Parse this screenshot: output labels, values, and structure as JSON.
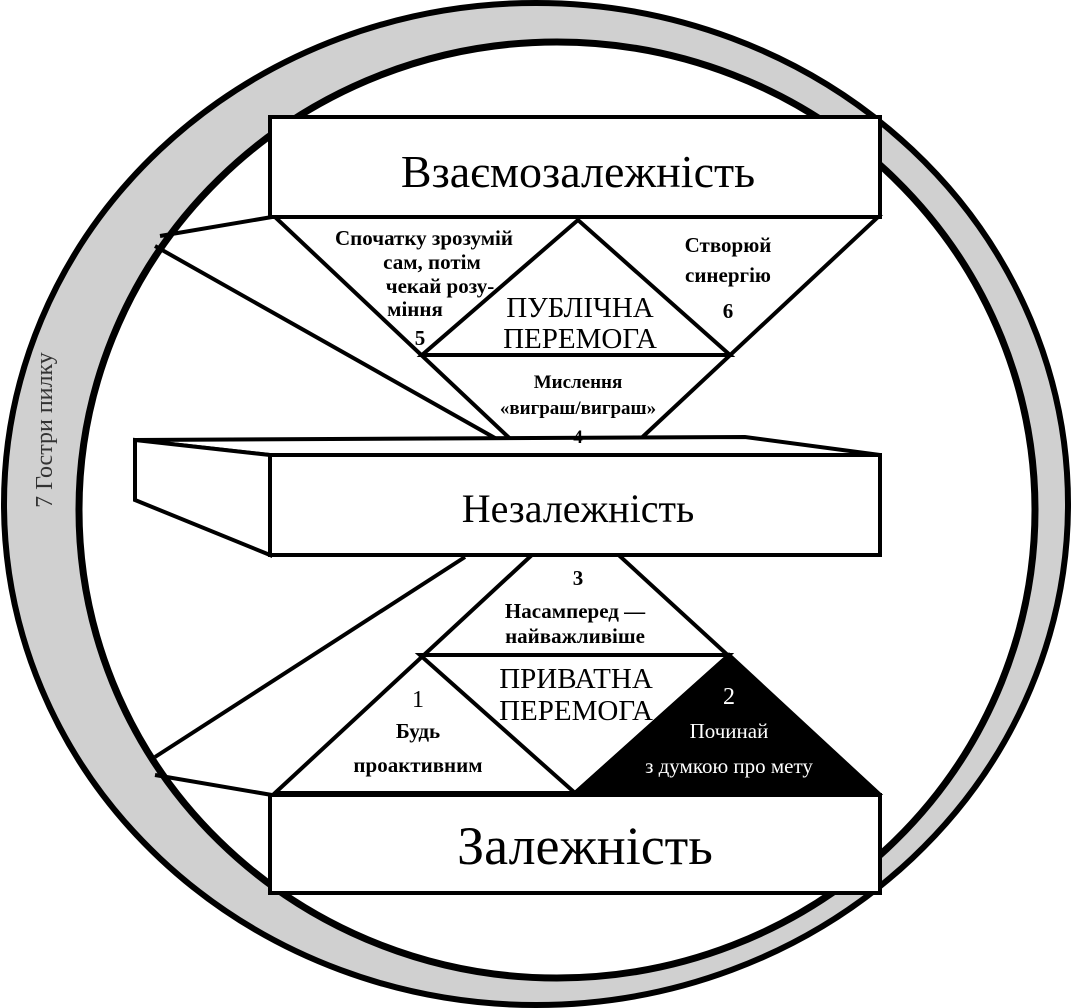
{
  "levels": {
    "interdependence": "Взаємозалежність",
    "independence": "Незалежність",
    "dependence": "Залежність"
  },
  "victories": {
    "public": [
      "ПУБЛІЧНА",
      "ПЕРЕМОГА"
    ],
    "private": [
      "ПРИВАТНА",
      "ПЕРЕМОГА"
    ]
  },
  "habits": {
    "h1": {
      "number": "1",
      "lines": [
        "Будь",
        "проактивним"
      ]
    },
    "h2": {
      "number": "2",
      "lines": [
        "Починай",
        "з думкою про мету"
      ]
    },
    "h3": {
      "number": "3",
      "lines": [
        "Насамперед —",
        "найважливіше"
      ]
    },
    "h4": {
      "number": "4",
      "lines": [
        "Мислення",
        "«виграш/виграш»"
      ]
    },
    "h5": {
      "number": "5",
      "lines": [
        "Спочатку зрозумій",
        "сам, потім",
        "чекай розу-",
        "міння"
      ]
    },
    "h6": {
      "number": "6",
      "lines": [
        "Створюй",
        "синергію"
      ]
    },
    "h7": {
      "label": "7  Гостри пилку"
    }
  },
  "colors": {
    "ring": "#d0d0d0",
    "line": "#000000",
    "highlight": "#000000"
  }
}
